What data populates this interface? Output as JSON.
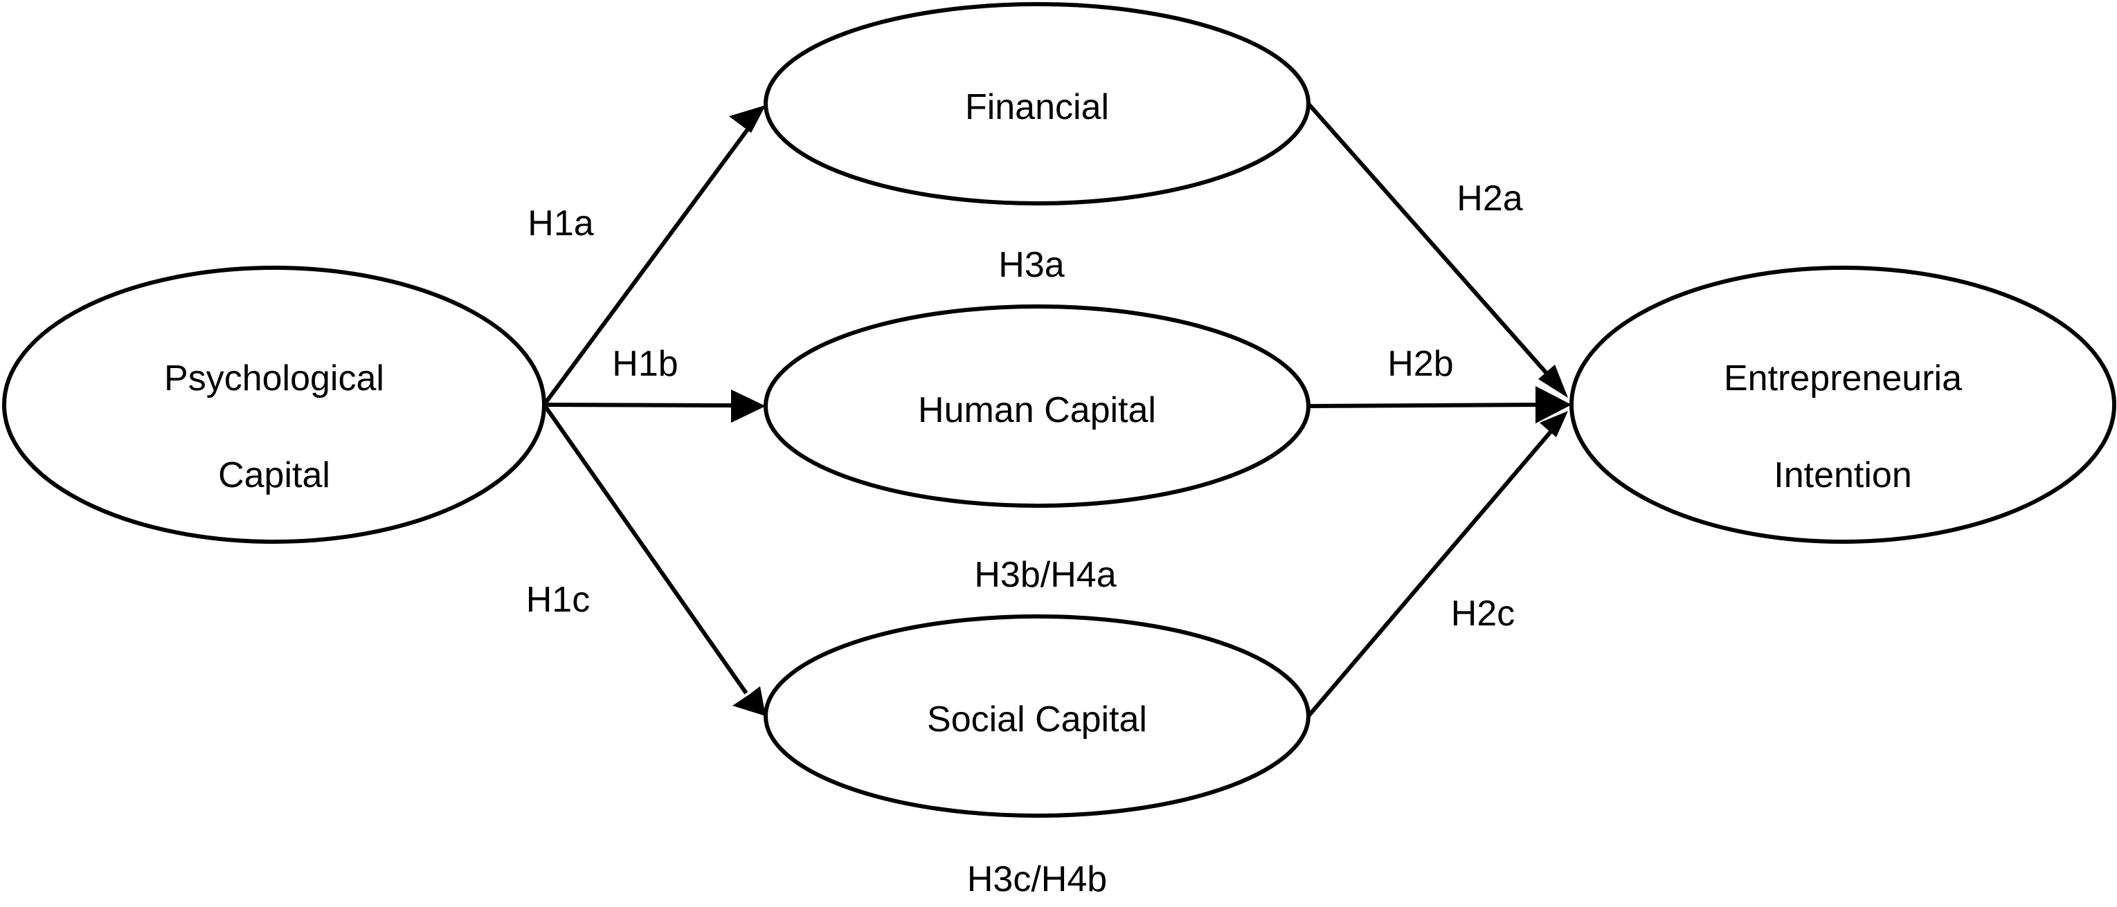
{
  "nodes": {
    "psychological_capital": {
      "line1": "Psychological",
      "line2": "Capital"
    },
    "financial": {
      "label": "Financial"
    },
    "human_capital": {
      "label": "Human Capital"
    },
    "social_capital": {
      "label": "Social Capital"
    },
    "entrepreneurial_intention": {
      "line1": "Entrepreneuria",
      "line2": "Intention"
    }
  },
  "edge_labels": {
    "h1a": "H1a",
    "h1b": "H1b",
    "h1c": "H1c",
    "h2a": "H2a",
    "h2b": "H2b",
    "h2c": "H2c",
    "h3a": "H3a",
    "h3b_h4a": "H3b/H4a",
    "h3c_h4b": "H3c/H4b"
  },
  "colors": {
    "stroke": "#000000",
    "background": "#ffffff"
  }
}
